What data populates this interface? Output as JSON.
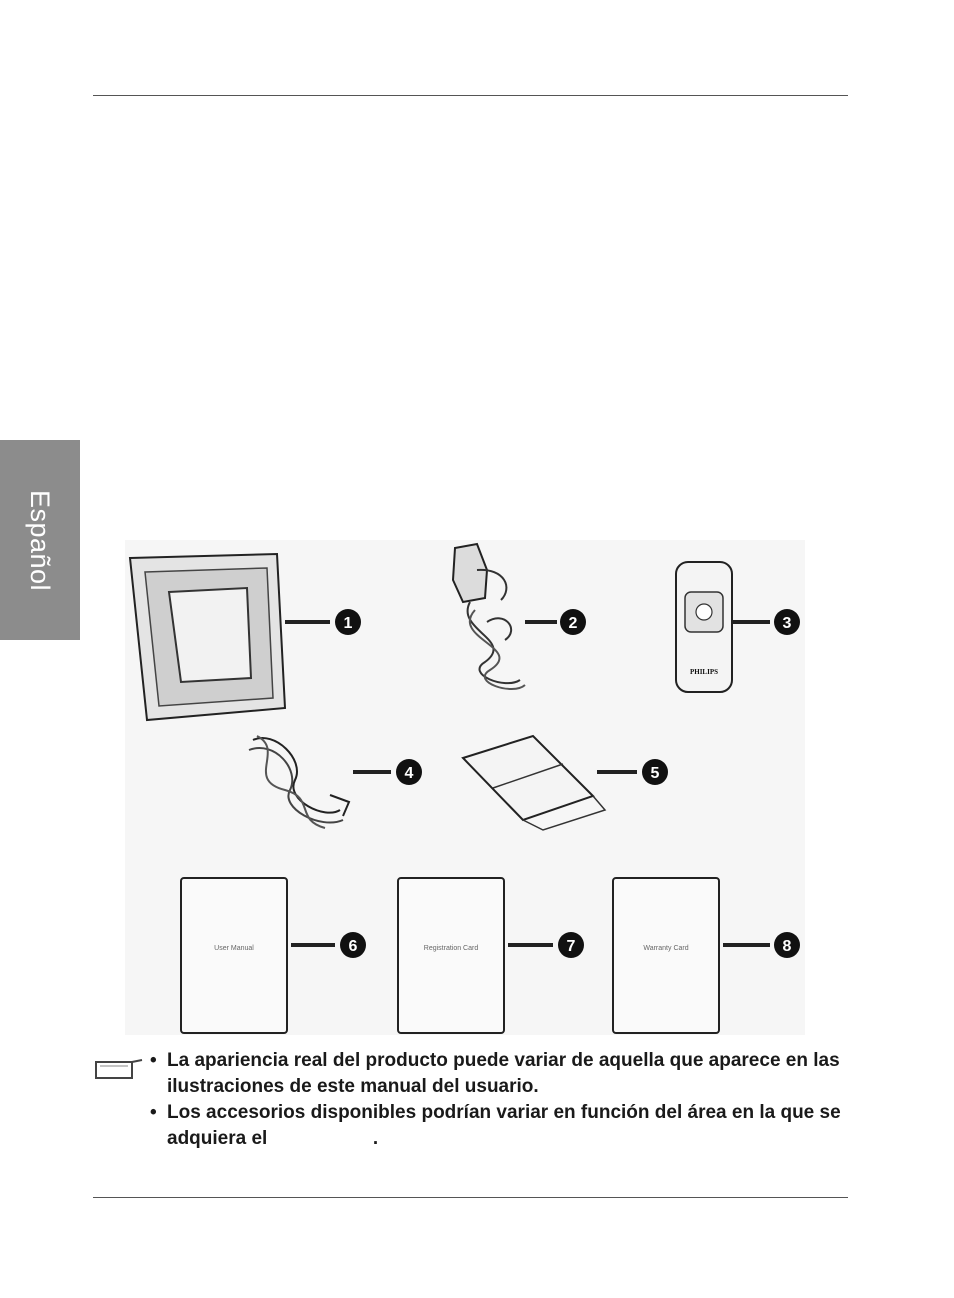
{
  "side_tab": {
    "language": "Español"
  },
  "figure": {
    "items": [
      {
        "number": "1"
      },
      {
        "number": "2"
      },
      {
        "number": "3",
        "brand": "PHILIPS"
      },
      {
        "number": "4"
      },
      {
        "number": "5"
      },
      {
        "number": "6",
        "label": "User Manual"
      },
      {
        "number": "7",
        "label": "Registration Card"
      },
      {
        "number": "8",
        "label": "Warranty Card"
      }
    ]
  },
  "notes": [
    "La apariencia real del producto puede variar de aquella que aparece en las ilustraciones de este manual del usuario.",
    "Los accesorios disponibles podrían variar en función del área en la que se adquiera el                    ."
  ]
}
